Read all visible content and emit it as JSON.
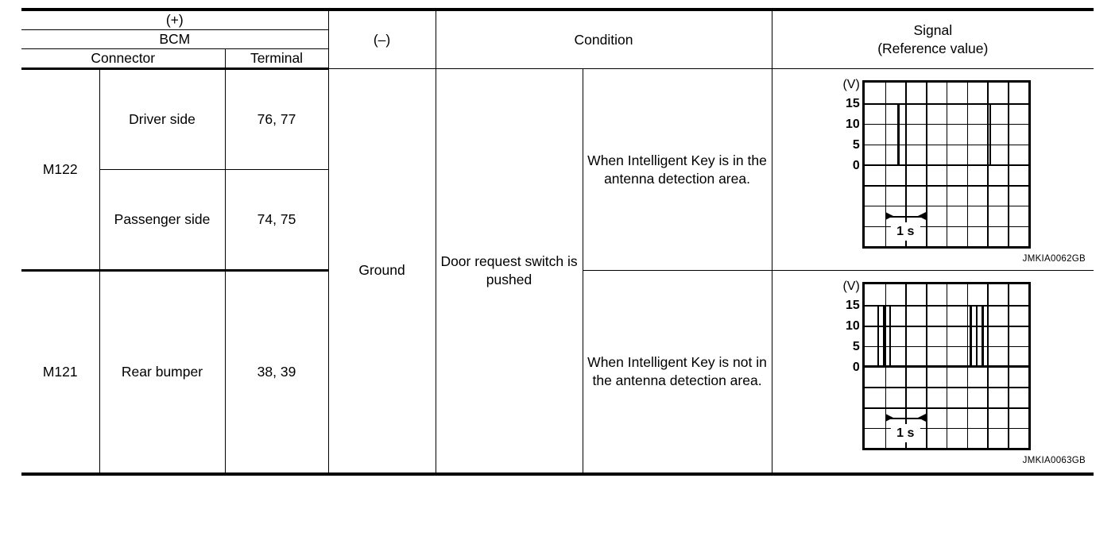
{
  "table": {
    "headers": {
      "plus": "(+)",
      "bcm": "BCM",
      "connector": "Connector",
      "terminal": "Terminal",
      "minus": "(–)",
      "condition": "Condition",
      "signal_line1": "Signal",
      "signal_line2": "(Reference value)"
    },
    "rows": [
      {
        "connector": "M122",
        "sub_rows": [
          {
            "side": "Driver side",
            "terminal": "76, 77"
          },
          {
            "side": "Passenger side",
            "terminal": "74, 75"
          }
        ]
      },
      {
        "connector": "M121",
        "sub_rows": [
          {
            "side": "Rear bumper",
            "terminal": "38, 39"
          }
        ]
      }
    ],
    "ground": "Ground",
    "condition_text": "Door request switch is pushed",
    "signal_conditions": [
      "When Intelligent Key is in the antenna detection area.",
      "When Intelligent Key is not in the antenna detection area."
    ]
  },
  "figures": [
    {
      "code": "JMKIA0062GB",
      "axis_unit": "(V)",
      "y_ticks": [
        "15",
        "10",
        "5",
        "0"
      ],
      "time_label": "1 s",
      "grid_cols": 8,
      "grid_rows": 8,
      "pulse_groups": [
        {
          "center_cell": 1.6,
          "count": 1
        },
        {
          "center_cell": 6.1,
          "count": 1
        }
      ],
      "pulse_peak_volts": 15,
      "baseline_volts": 0
    },
    {
      "code": "JMKIA0063GB",
      "axis_unit": "(V)",
      "y_ticks": [
        "15",
        "10",
        "5",
        "0"
      ],
      "time_label": "1 s",
      "grid_cols": 8,
      "grid_rows": 8,
      "pulse_groups": [
        {
          "center_cell": 0.62,
          "count": 3
        },
        {
          "center_cell": 5.15,
          "count": 3
        }
      ],
      "pulse_peak_volts": 15,
      "baseline_volts": 0
    }
  ]
}
